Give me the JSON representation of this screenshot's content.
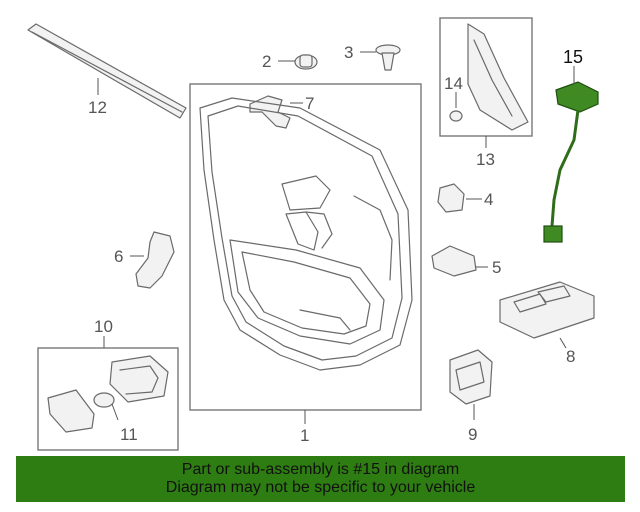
{
  "callouts": {
    "c1": "1",
    "c2": "2",
    "c3": "3",
    "c4": "4",
    "c5": "5",
    "c6": "6",
    "c7": "7",
    "c8": "8",
    "c9": "9",
    "c10": "10",
    "c11": "11",
    "c12": "12",
    "c13": "13",
    "c14": "14",
    "c15": "15"
  },
  "highlight_part": "15",
  "colors": {
    "highlight_part": "#2f6d1a",
    "banner_bg": "#2e7d12",
    "line_art": "#6a6a6a"
  },
  "banner": {
    "line1": "Part or sub-assembly is #15 in diagram",
    "line2": "Diagram may not be specific to your vehicle"
  }
}
